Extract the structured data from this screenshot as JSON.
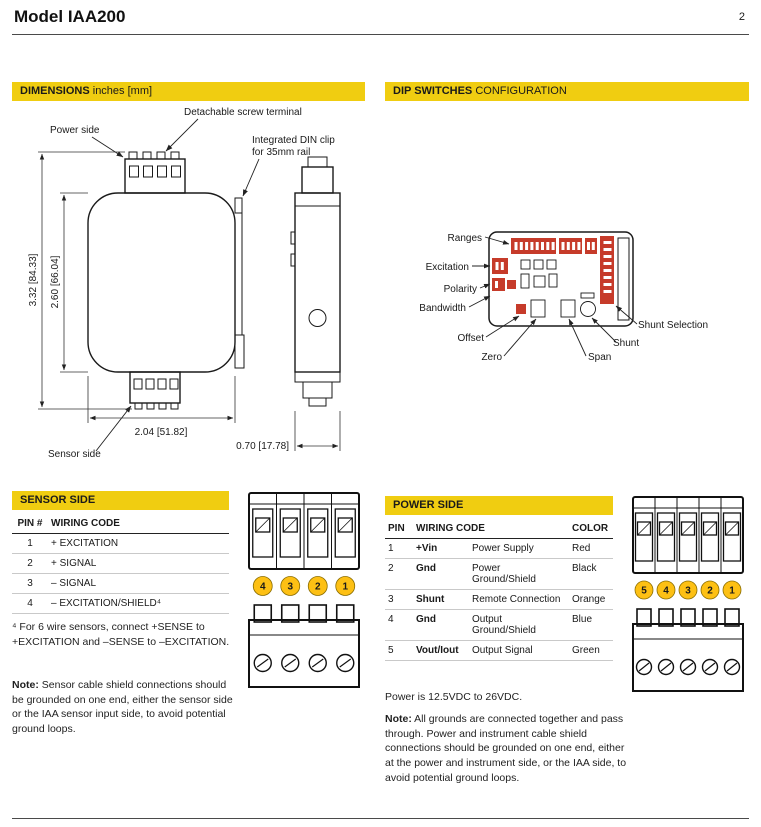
{
  "page": {
    "title": "Model IAA200",
    "number": "2"
  },
  "colors": {
    "band_yellow": "#F0CD11",
    "pin_badge_yellow": "#FDC014",
    "dip_red": "#C63B2A"
  },
  "dimensions": {
    "header_bold": "DIMENSIONS",
    "header_rest": " inches [mm]",
    "labels": {
      "power_side": "Power side",
      "screw_terminal": "Detachable screw terminal",
      "din_clip_1": "Integrated DIN clip",
      "din_clip_2": "for 35mm rail",
      "sensor_side": "Sensor side"
    },
    "dims": {
      "height_outer": "3.32 [84.33]",
      "height_inner": "2.60 [66.04]",
      "width": "2.04 [51.82]",
      "depth": "0.70 [17.78]"
    }
  },
  "dip_switches": {
    "header_bold": "DIP SWITCHES",
    "header_rest": " CONFIGURATION",
    "labels": {
      "ranges": "Ranges",
      "excitation": "Excitation",
      "polarity": "Polarity",
      "bandwidth": "Bandwidth",
      "offset": "Offset",
      "zero": "Zero",
      "span": "Span",
      "shunt": "Shunt",
      "shunt_selection": "Shunt Selection"
    }
  },
  "sensor_side": {
    "header": "SENSOR SIDE",
    "columns": [
      "PIN #",
      "WIRING CODE"
    ],
    "rows": [
      {
        "pin": "1",
        "code": "+ EXCITATION"
      },
      {
        "pin": "2",
        "code": "+ SIGNAL"
      },
      {
        "pin": "3",
        "code": "– SIGNAL"
      },
      {
        "pin": "4",
        "code": "– EXCITATION/SHIELD⁴"
      }
    ],
    "footnote": "⁴ For 6 wire sensors, connect +SENSE to +EXCITATION and –SENSE to –EXCITATION.",
    "note_label": "Note:",
    "note_text": " Sensor cable shield connections should be grounded on one end, either the sensor side or the IAA sensor input side, to avoid potential ground loops.",
    "connector_pins": [
      "4",
      "3",
      "2",
      "1"
    ]
  },
  "power_side": {
    "header": "POWER SIDE",
    "columns": [
      "PIN",
      "WIRING CODE",
      "COLOR"
    ],
    "rows": [
      {
        "pin": "1",
        "name": "+Vin",
        "desc": "Power Supply",
        "color": "Red"
      },
      {
        "pin": "2",
        "name": "Gnd",
        "desc": "Power Ground/Shield",
        "color": "Black"
      },
      {
        "pin": "3",
        "name": "Shunt",
        "desc": "Remote Connection",
        "color": "Orange"
      },
      {
        "pin": "4",
        "name": "Gnd",
        "desc": "Output Ground/Shield",
        "color": "Blue"
      },
      {
        "pin": "5",
        "name": "Vout/Iout",
        "desc": "Output Signal",
        "color": "Green"
      }
    ],
    "power_note": "Power is 12.5VDC to 26VDC.",
    "note_label": "Note:",
    "note_text": " All grounds are connected together and pass through. Power and instrument cable shield connections should be grounded on one end, either at the power and instrument side, or the IAA side, to avoid potential ground loops.",
    "connector_pins": [
      "5",
      "4",
      "3",
      "2",
      "1"
    ]
  }
}
